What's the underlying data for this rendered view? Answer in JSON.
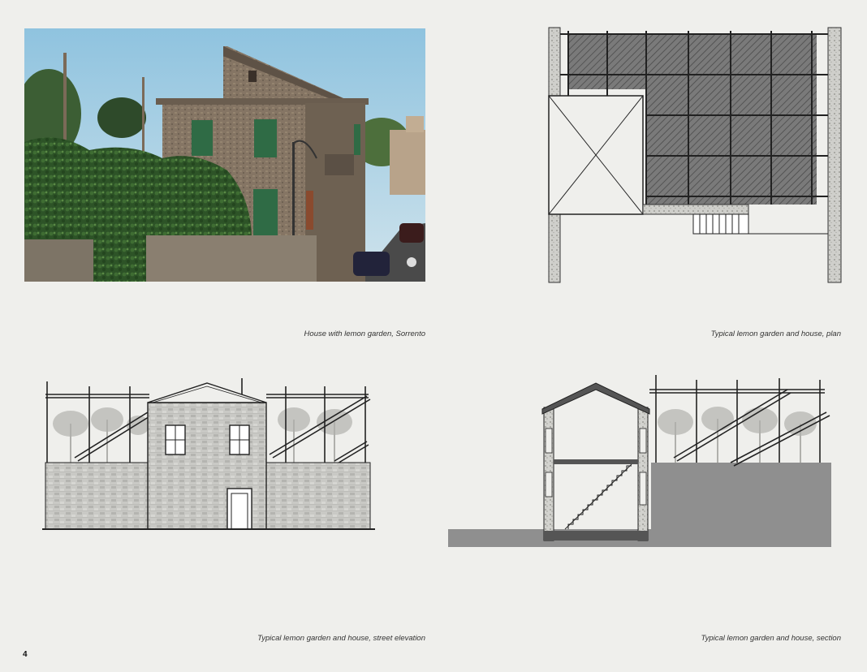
{
  "page": {
    "number": "4",
    "background": "#efefec"
  },
  "figures": [
    {
      "id": "photo",
      "caption": "House with lemon garden, Sorrento",
      "kind": "photograph"
    },
    {
      "id": "plan",
      "caption": "Typical lemon garden and house, plan",
      "kind": "drawing"
    },
    {
      "id": "elevation",
      "caption": "Typical lemon garden and house, street elevation",
      "kind": "drawing"
    },
    {
      "id": "section",
      "caption": "Typical lemon garden and house, section",
      "kind": "drawing"
    }
  ],
  "colors": {
    "sky": "#a9d0e4",
    "stone": "#8a7a69",
    "foliage": "#2f5a2a",
    "shutter": "#2f6b45",
    "hatch": "#6e6e6e",
    "ground": "#8f8f8f",
    "line": "#222222"
  }
}
